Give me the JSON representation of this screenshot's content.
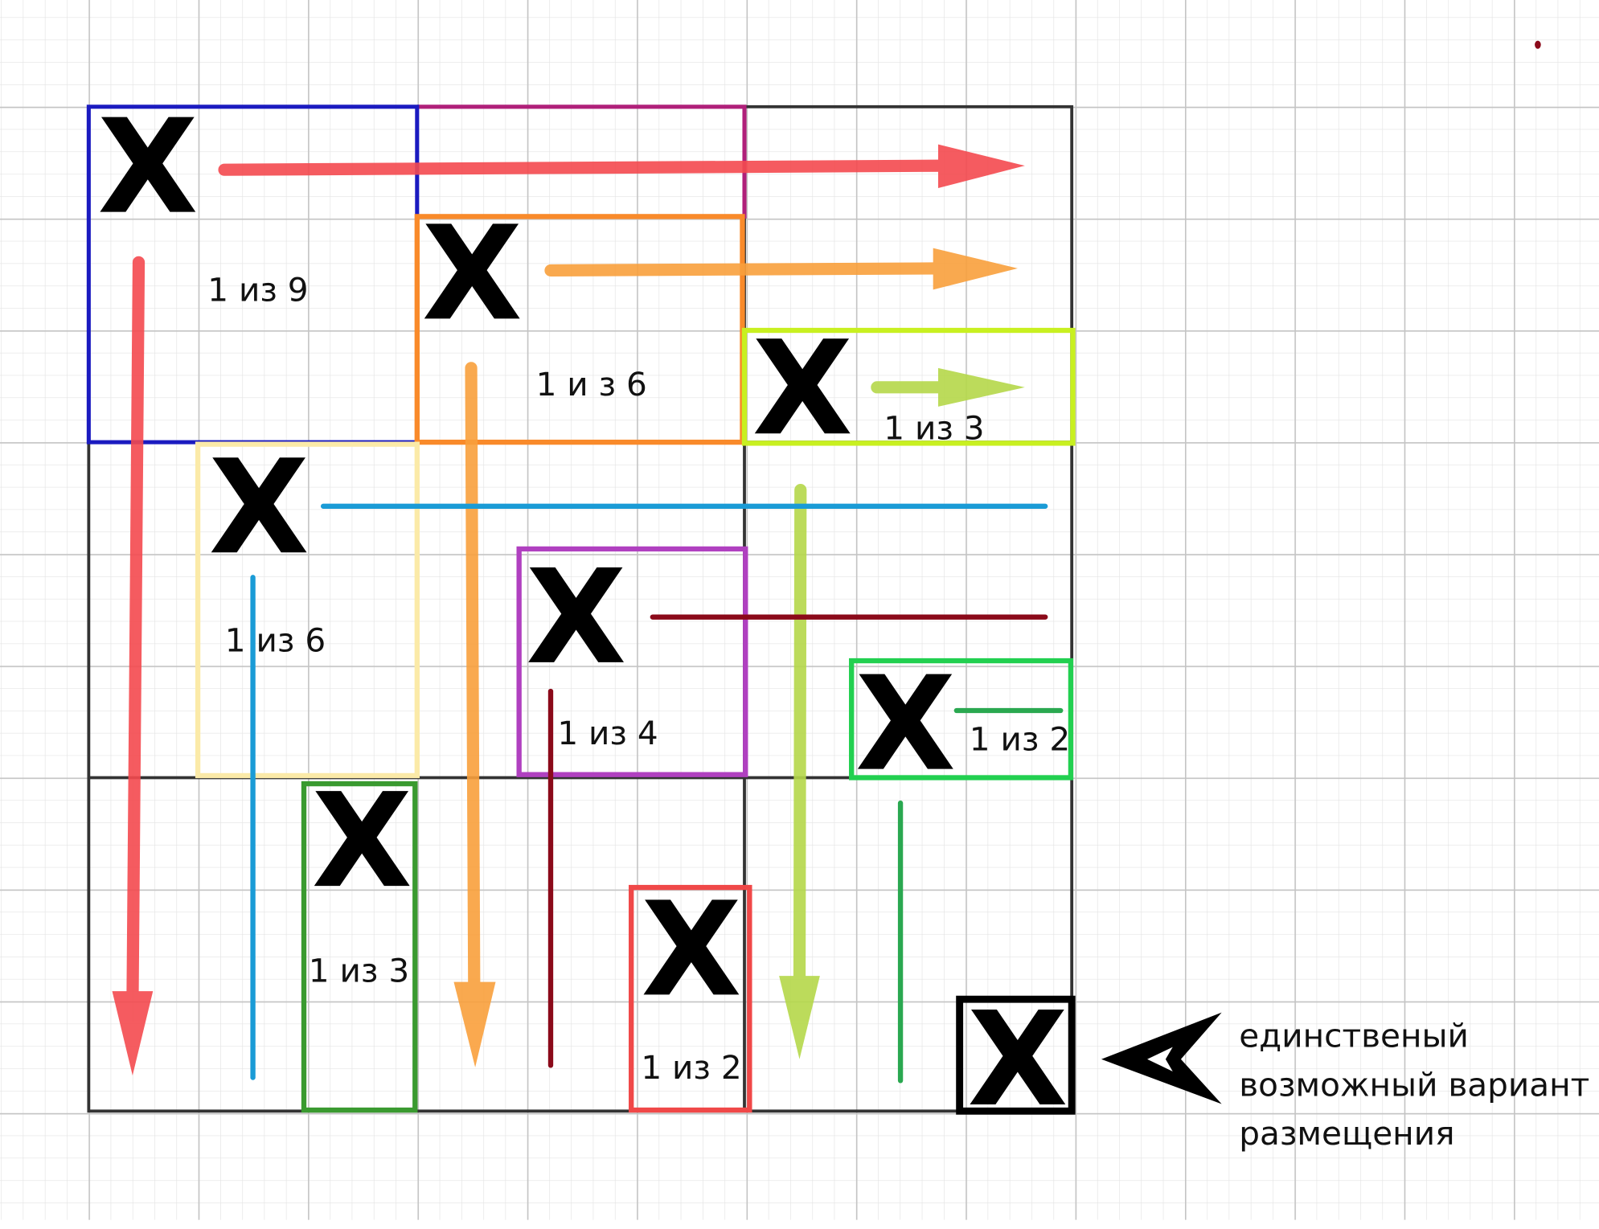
{
  "marks": {
    "x": "X"
  },
  "labels": {
    "block1": "1 из 9",
    "block2": "1 и з 6",
    "block3": "1 из 3",
    "block4": "1 из 6",
    "block5": "1 из 4",
    "block6": "1 из 2",
    "block7": "1 из 3",
    "block8": "1 из 2"
  },
  "note": {
    "line1": "единственый",
    "line2": "возможный вариант",
    "line3": "размещения"
  },
  "colors": {
    "red": "#f44a4f",
    "orange": "#f9a03c",
    "yellowgreen": "#c2dc3c",
    "blue": "#1b1bc0",
    "cyan": "#1a9bd6",
    "darkred": "#8b0a1a",
    "purple": "#b040c0",
    "green": "#22d050",
    "darkgreen": "#3a9a30"
  }
}
